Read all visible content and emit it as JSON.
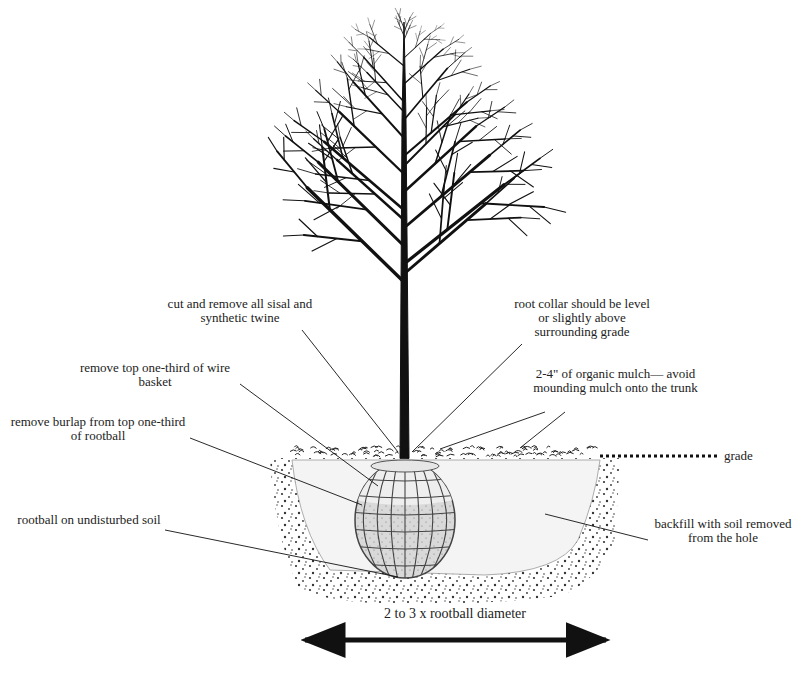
{
  "diagram": {
    "labels": [
      "cut and remove all sisal and synthetic twine",
      "root collar should be level or slightly above surrounding grade",
      "remove top one-third of wire basket",
      "2-4\" of organic mulch— avoid mounding mulch onto the trunk",
      "remove burlap from top one-third of rootball",
      "grade",
      "rootball on undisturbed soil",
      "backfill with soil removed from the hole",
      "2 to 3 x rootball diameter"
    ]
  }
}
